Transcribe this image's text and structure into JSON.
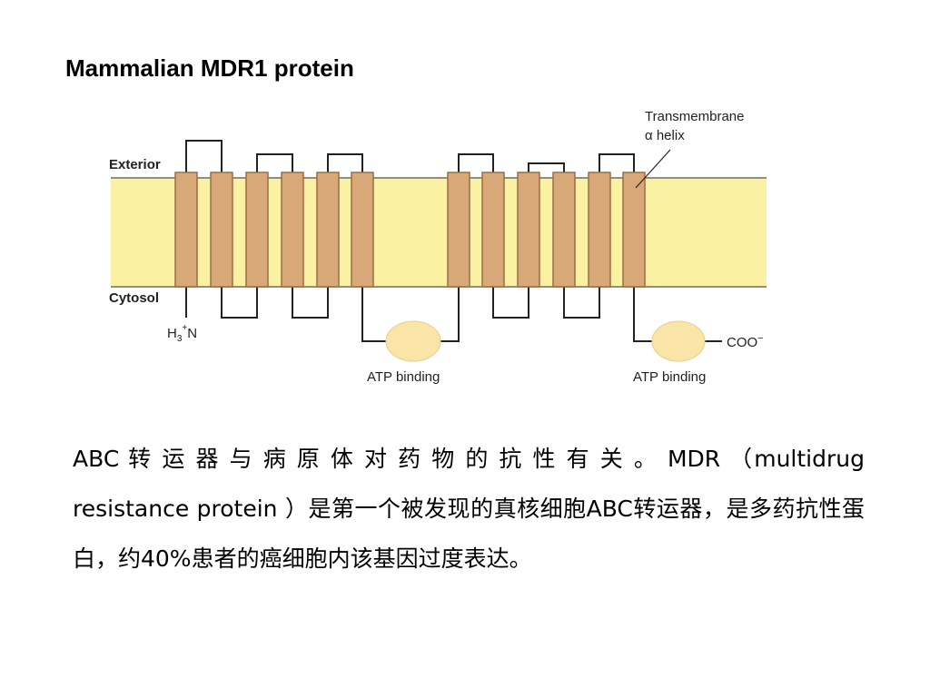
{
  "title": "Mammalian MDR1 protein",
  "diagram": {
    "exterior_label": "Exterior",
    "cytosol_label": "Cytosol",
    "helix_label_line1": "Transmembrane",
    "helix_label_line2": "α helix",
    "n_terminus_main": "H",
    "n_terminus_sub": "3",
    "n_terminus_sup": "+",
    "n_terminus_end": "N",
    "c_terminus_main": "COO",
    "c_terminus_sup": "−",
    "atp_binding_1": "ATP binding",
    "atp_binding_2": "ATP binding",
    "helix_count_per_half": 6,
    "colors": {
      "membrane": "#fbf1a2",
      "membrane_edge": "#6b6b6b",
      "helix_fill": "#d9a878",
      "helix_stroke": "#9a6e45",
      "atp_domain": "#fbe4a8",
      "line": "#222222"
    }
  },
  "caption": {
    "paragraph": "ABC 转 运 器 与 病 原 体 对 药 物 的 抗 性 有 关 。 MDR （multidrug resistance protein ）是第一个被发现的真核细胞ABC转运器，是多药抗性蛋白，约40%患者的癌细胞内该基因过度表达。"
  }
}
